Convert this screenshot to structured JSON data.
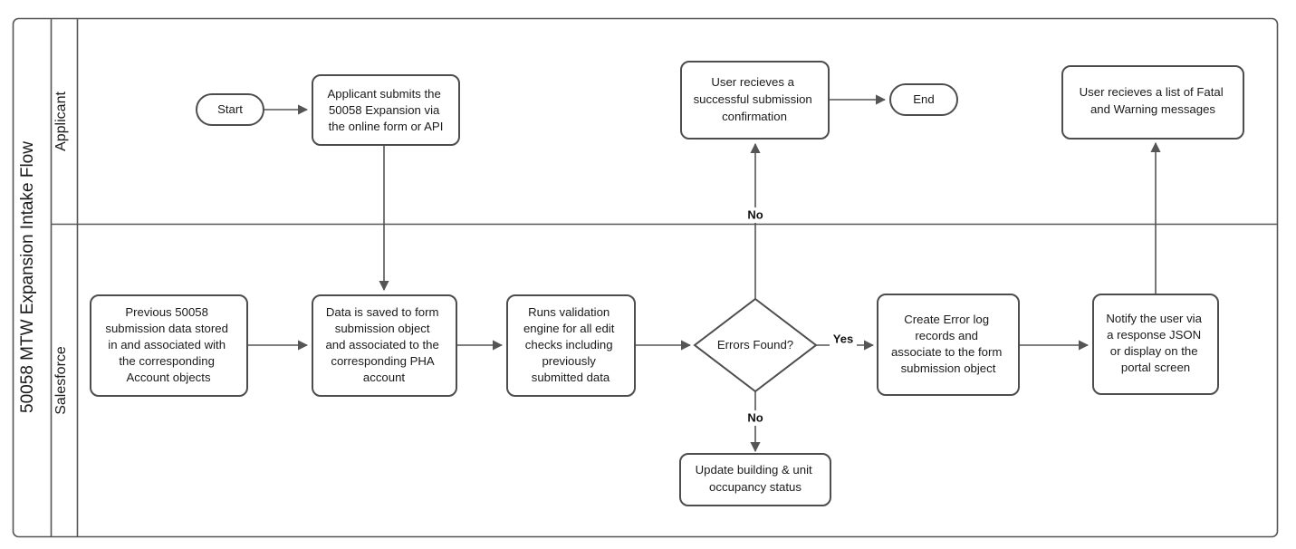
{
  "diagram": {
    "title": "50058 MTW Expansion Intake Flow",
    "type": "swimlane-flowchart",
    "lanes": [
      {
        "id": "applicant",
        "label": "Applicant"
      },
      {
        "id": "salesforce",
        "label": "Salesforce"
      }
    ],
    "nodes": [
      {
        "id": "start",
        "lane": "applicant",
        "shape": "terminator",
        "text": "Start"
      },
      {
        "id": "submit",
        "lane": "applicant",
        "shape": "process",
        "text": "Applicant submits the 50058 Expansion via the online form or API"
      },
      {
        "id": "success_msg",
        "lane": "applicant",
        "shape": "process",
        "text": "User recieves a successful submission confirmation"
      },
      {
        "id": "end",
        "lane": "applicant",
        "shape": "terminator",
        "text": "End"
      },
      {
        "id": "fatal_warn_msg",
        "lane": "applicant",
        "shape": "process",
        "text": "User recieves a list of Fatal and Warning messages"
      },
      {
        "id": "prev_data",
        "lane": "salesforce",
        "shape": "process",
        "text": "Previous 50058 submission data stored in and associated with the corresponding Account objects"
      },
      {
        "id": "save_data",
        "lane": "salesforce",
        "shape": "process",
        "text": "Data is saved to form submission object and associated to the corresponding PHA account"
      },
      {
        "id": "validate",
        "lane": "salesforce",
        "shape": "process",
        "text": "Runs validation engine for all edit checks including previously submitted data"
      },
      {
        "id": "errors_found",
        "lane": "salesforce",
        "shape": "decision",
        "text": "Errors Found?"
      },
      {
        "id": "error_log",
        "lane": "salesforce",
        "shape": "process",
        "text": "Create Error log records and associate to the form submission object"
      },
      {
        "id": "notify_user",
        "lane": "salesforce",
        "shape": "process",
        "text": "Notify the user via a response JSON or display on the portal screen"
      },
      {
        "id": "update_occ",
        "lane": "salesforce",
        "shape": "process",
        "text": "Update building & unit occupancy status"
      }
    ],
    "node_lines": {
      "start": [
        "Start"
      ],
      "submit": [
        "Applicant submits the",
        "50058 Expansion via",
        "the online form or API"
      ],
      "success_msg": [
        "User recieves a",
        "successful submission",
        "confirmation"
      ],
      "end": [
        "End"
      ],
      "fatal_warn_msg": [
        "User recieves a list of Fatal",
        "and Warning messages"
      ],
      "prev_data": [
        "Previous 50058",
        "submission data stored",
        "in and associated with",
        "the corresponding",
        "Account objects"
      ],
      "save_data": [
        "Data is saved to form",
        "submission object",
        "and associated to the",
        "corresponding PHA",
        "account"
      ],
      "validate": [
        "Runs validation",
        "engine for all edit",
        "checks including",
        "previously",
        "submitted data"
      ],
      "errors_found": [
        "Errors Found?"
      ],
      "error_log": [
        "Create Error log",
        "records and",
        "associate to the form",
        "submission object"
      ],
      "notify_user": [
        "Notify the user via",
        "a response JSON",
        "or display on the",
        "portal screen"
      ],
      "update_occ": [
        "Update building & unit",
        "occupancy status"
      ]
    },
    "edges": [
      {
        "from": "start",
        "to": "submit",
        "label": ""
      },
      {
        "from": "submit",
        "to": "save_data",
        "label": ""
      },
      {
        "from": "prev_data",
        "to": "save_data",
        "label": ""
      },
      {
        "from": "save_data",
        "to": "validate",
        "label": ""
      },
      {
        "from": "validate",
        "to": "errors_found",
        "label": ""
      },
      {
        "from": "errors_found",
        "to": "error_log",
        "label": "Yes"
      },
      {
        "from": "errors_found",
        "to": "success_msg",
        "label": "No"
      },
      {
        "from": "errors_found",
        "to": "update_occ",
        "label": "No"
      },
      {
        "from": "error_log",
        "to": "notify_user",
        "label": ""
      },
      {
        "from": "notify_user",
        "to": "fatal_warn_msg",
        "label": ""
      },
      {
        "from": "success_msg",
        "to": "end",
        "label": ""
      }
    ],
    "edge_labels": {
      "yes": "Yes",
      "no_up": "No",
      "no_down": "No"
    },
    "colors": {
      "stroke": "#4d4d4d",
      "frame": "#555555",
      "fill": "#ffffff",
      "text": "#1a1a1a"
    }
  }
}
